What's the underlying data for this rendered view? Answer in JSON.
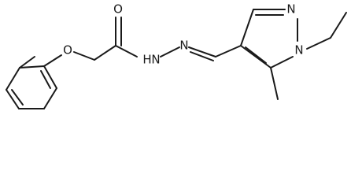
{
  "diagram": {
    "type": "chemical-structure",
    "atom_labels": {
      "carbonyl_oxygen": "O",
      "ether_oxygen": "O",
      "amide_nitrogen": "N",
      "amide_hydrogen": "H",
      "imine_nitrogen": "N",
      "pyrazole_n2": "N",
      "pyrazole_n1": "N"
    },
    "colors": {
      "ink": "#1a1a1a",
      "background": "#ffffff"
    }
  }
}
